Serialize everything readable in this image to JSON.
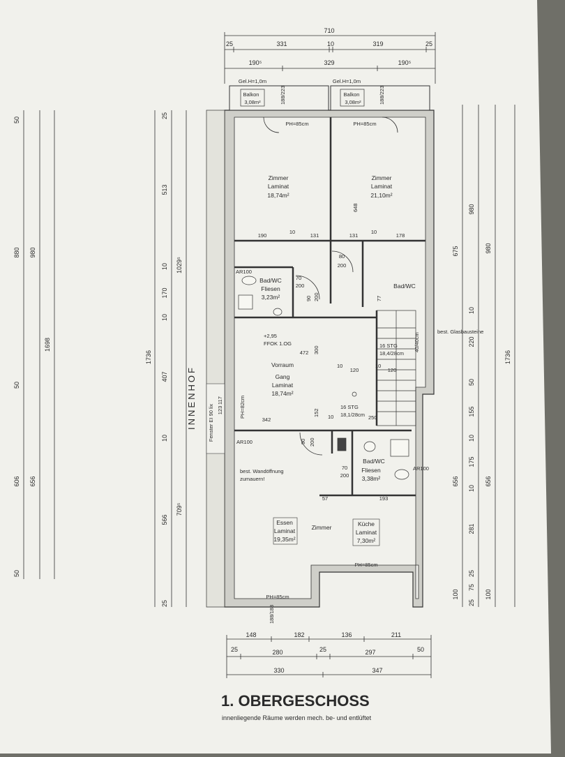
{
  "title": "1. OBERGESCHOSS",
  "note": "innenliegende Räume werden mech. be- und entlüftet",
  "courtyard_label": "INNENHOF",
  "window_note": "Fenster EI 90 lix",
  "window_note_a": "117",
  "window_note_b": "123",
  "rooms": {
    "balkon_left": {
      "name": "Balkon",
      "area": "3,08m²",
      "railing": "Gel.H=1,0m",
      "door": "188/223"
    },
    "balkon_right": {
      "name": "Balkon",
      "area": "3,08m²",
      "railing": "Gel.H=1,0m",
      "door": "188/223"
    },
    "zimmer_left": {
      "name": "Zimmer",
      "floor": "Laminat",
      "area": "18,74m²",
      "door": "PH=85cm"
    },
    "zimmer_right": {
      "name": "Zimmer",
      "floor": "Laminat",
      "area": "21,10m²",
      "door": "PH=85cm",
      "width": "648"
    },
    "bad_top": {
      "name": "Bad/WC",
      "floor": "Fliesen",
      "area": "3,23m²",
      "door": "70",
      "door_h": "200",
      "ar": "AR100"
    },
    "bad_wc_small": {
      "name": "Bad/WC"
    },
    "vorraum": {
      "name": "Vorraum",
      "level": "+2,95",
      "ffok": "FFOK 1.OG",
      "width": "472",
      "height": "300"
    },
    "gang": {
      "name": "Gang",
      "floor": "Laminat",
      "area": "18,74m²",
      "ph": "PH=82cm",
      "width": "342"
    },
    "stair_upper": {
      "label": "16 STG",
      "spec": "18,4/28cm"
    },
    "stair_lower": {
      "label": "16 STG",
      "spec": "18,1/28cm"
    },
    "glass": {
      "label": "best. Glasbausteine",
      "size": "40/40cm"
    },
    "bad_lower": {
      "name": "Bad/WC",
      "floor": "Fliesen",
      "area": "3,38m²",
      "door": "70",
      "door_h": "200",
      "ar": "AR100"
    },
    "opening": {
      "line1": "best. Wandöffnung",
      "line2": "zumauern!"
    },
    "essen": {
      "name": "Essen",
      "floor": "Laminat",
      "area": "19,35m²"
    },
    "zimmer_mid": {
      "name": "Zimmer"
    },
    "kueche": {
      "name": "Küche",
      "floor": "Laminat",
      "area": "7,30m²",
      "door": "PH=85cm"
    },
    "bottom_door": {
      "door": "PH=85cm",
      "size": "188/188"
    }
  },
  "dims_top": {
    "total": "710",
    "row2": [
      "25",
      "331",
      "10",
      "319",
      "25"
    ],
    "row3": [
      "190⁵",
      "329",
      "190⁵"
    ]
  },
  "dims_bottom": {
    "row1": [
      "148",
      "182",
      "136",
      "211"
    ],
    "row2": [
      "25",
      "280",
      "25",
      "297",
      "50"
    ],
    "row3": [
      "330",
      "347"
    ]
  },
  "dims_left": {
    "outer": [
      "50",
      "880",
      "50",
      "606",
      "50"
    ],
    "mid": [
      "980",
      "656"
    ],
    "full": "1698",
    "inner": [
      "25",
      "513",
      "10",
      "170",
      "10",
      "407",
      "10",
      "566",
      "25"
    ],
    "inner2": [
      "1029⁵",
      "709⁵"
    ],
    "overall": "1736"
  },
  "dims_right": {
    "inner": [
      "980",
      "10",
      "220",
      "50",
      "155",
      "10",
      "175",
      "10",
      "281",
      "25",
      "75",
      "100",
      "25"
    ],
    "mid": [
      "675",
      "656"
    ],
    "outer": [
      "980",
      "656",
      "100"
    ],
    "overall": "1736"
  },
  "interior_dims": {
    "row_top": [
      "190",
      "10",
      "131",
      "131",
      "10",
      "178"
    ],
    "door_80": "80",
    "door_200": "200",
    "bad_door": [
      "90",
      "200"
    ],
    "door_77": "77",
    "stair_dims": [
      "10",
      "120",
      "10",
      "120"
    ],
    "dim_152": "152",
    "dim_10": "10",
    "dim_250": "250",
    "door_lower": [
      "90",
      "200"
    ],
    "kitchen_dims": [
      "57",
      "193"
    ]
  }
}
